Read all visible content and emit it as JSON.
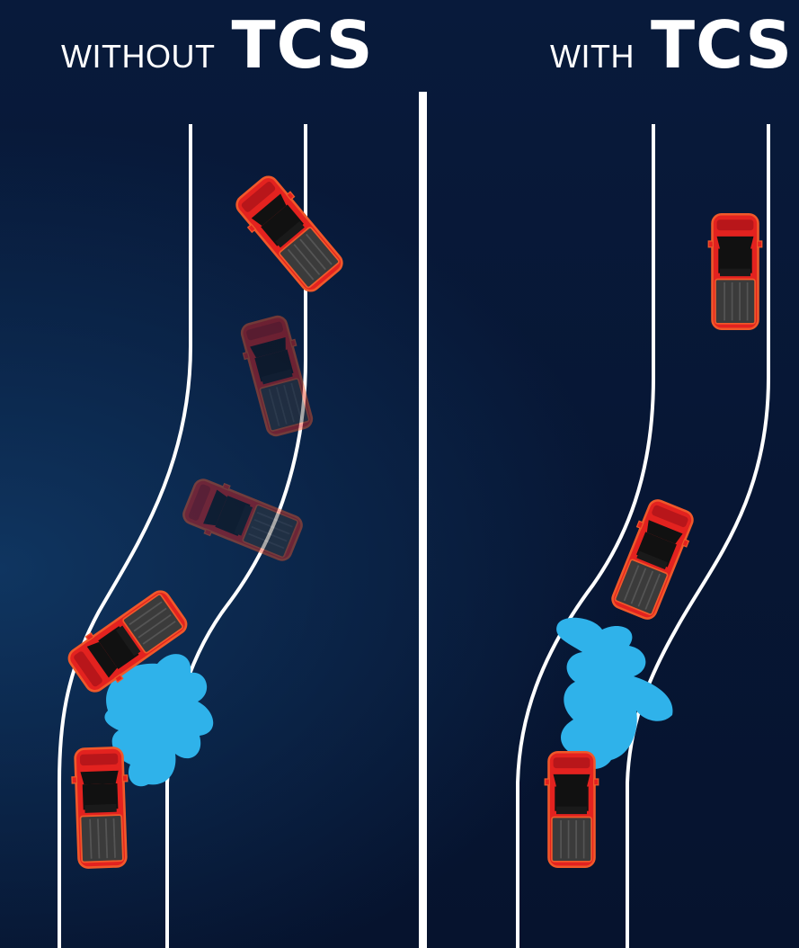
{
  "left_panel": {
    "prefix": "WITHOUT",
    "emphasis": "TCS"
  },
  "right_panel": {
    "prefix": "WITH",
    "emphasis": "TCS"
  },
  "colors": {
    "background": "#071634",
    "road_line": "#ffffff",
    "truck_body": "#e3221f",
    "truck_outline": "#f0582a",
    "truck_glass": "#111111",
    "truck_bed": "#3b3b3b",
    "water": "#2fb2ea"
  },
  "icons": [
    "pickup-truck-icon",
    "water-puddle-icon"
  ]
}
